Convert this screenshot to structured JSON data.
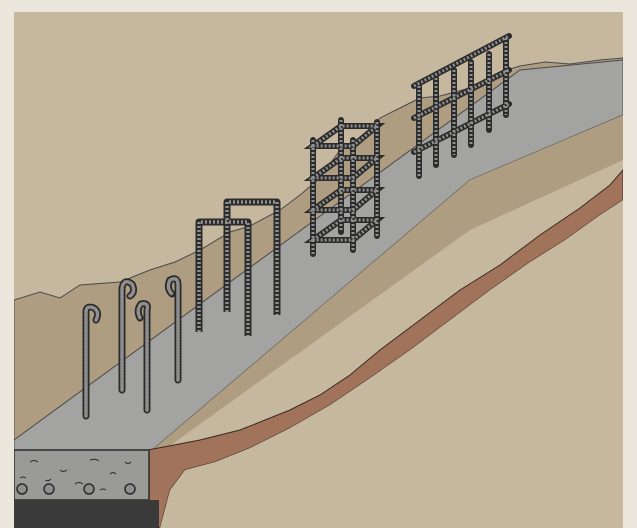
{
  "illustration": {
    "subject": "rebar-in-footing-trench",
    "colors": {
      "frame": "#ece7dc",
      "sky_earth": "#c6b79f",
      "trench_wall": "#ae9d80",
      "concrete_floor": "#a3a3a1",
      "clay_band": "#a1735b",
      "clay_shadow": "#4a2a1a",
      "rebar_fill": "#8f8f8f",
      "rebar_stroke": "#2b2b2b",
      "slab_fill": "#9a9a97",
      "slab_base": "#3a3a3a"
    },
    "elements": [
      {
        "name": "hooked-bar-1",
        "kind": "hooked-dowel"
      },
      {
        "name": "hooked-bar-2",
        "kind": "hooked-dowel"
      },
      {
        "name": "hooked-bar-3",
        "kind": "hooked-dowel"
      },
      {
        "name": "hooked-bar-4",
        "kind": "hooked-dowel"
      },
      {
        "name": "u-bar-1",
        "kind": "u-bar"
      },
      {
        "name": "u-bar-2",
        "kind": "u-bar"
      },
      {
        "name": "column-cage",
        "kind": "tied-cage"
      },
      {
        "name": "wall-grid",
        "kind": "mesh-panel"
      },
      {
        "name": "slab-cross-section",
        "kind": "section"
      }
    ]
  }
}
